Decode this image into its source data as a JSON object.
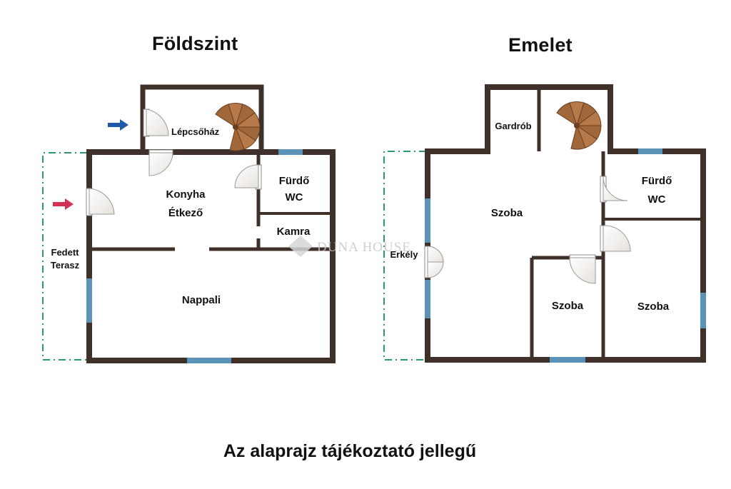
{
  "titles": {
    "ground": "Földszint",
    "upper": "Emelet"
  },
  "ground_floor": {
    "rooms": {
      "stairwell": "Lépcsőház",
      "kitchen_line1": "Konyha",
      "kitchen_line2": "Étkező",
      "bath_line1": "Fürdő",
      "bath_line2": "WC",
      "pantry": "Kamra",
      "living": "Nappali",
      "terrace_line1": "Fedett",
      "terrace_line2": "Terasz"
    }
  },
  "upper_floor": {
    "rooms": {
      "wardrobe": "Gardrób",
      "room_main": "Szoba",
      "bath_line1": "Fürdő",
      "bath_line2": "WC",
      "balcony": "Erkély",
      "room_small": "Szoba",
      "room_right": "Szoba"
    }
  },
  "watermark": "DUNA HOUSE",
  "footer": "Az alaprajz tájékoztató jellegű",
  "colors": {
    "wall": "#3f3129",
    "window": "#5b93b8",
    "terrace_line": "#2a9a6a",
    "entry_arrow_blue": "#1e5aa8",
    "entry_arrow_red": "#d43055",
    "stair_wood": "#a0673a"
  }
}
